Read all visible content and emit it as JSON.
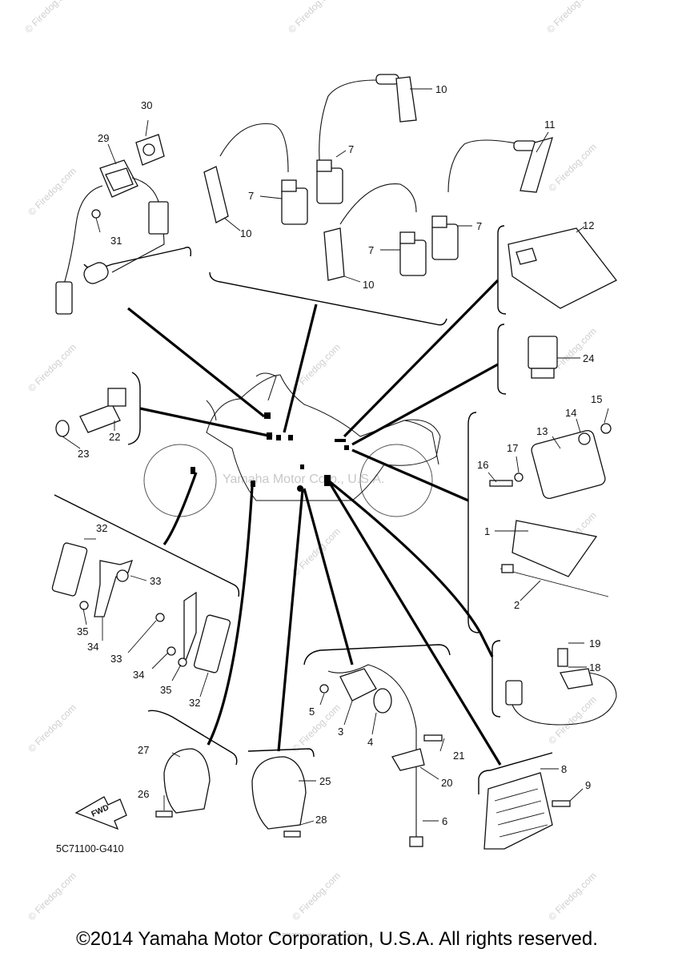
{
  "watermark": {
    "brand": "© Firedog.com",
    "center": "Yamaha Motor Corp., U.S.A.",
    "tiny": "(c) 2005-2016 Yamaha Motor Corporation, U.S.A."
  },
  "diagram_code": "5C71100-G410",
  "fwd_label": "FWD",
  "callouts": {
    "c1": "1",
    "c2": "2",
    "c3": "3",
    "c4": "4",
    "c5": "5",
    "c6": "6",
    "c7a": "7",
    "c7b": "7",
    "c7c": "7",
    "c7d": "7",
    "c8": "8",
    "c9": "9",
    "c10a": "10",
    "c10b": "10",
    "c10c": "10",
    "c11": "11",
    "c12": "12",
    "c13": "13",
    "c14": "14",
    "c15": "15",
    "c16": "16",
    "c17": "17",
    "c18": "18",
    "c19": "19",
    "c20": "20",
    "c21": "21",
    "c22": "22",
    "c23": "23",
    "c24": "24",
    "c25": "25",
    "c26": "26",
    "c27": "27",
    "c28": "28",
    "c29": "29",
    "c30": "30",
    "c31": "31",
    "c32a": "32",
    "c32b": "32",
    "c33a": "33",
    "c33b": "33",
    "c34a": "34",
    "c34b": "34",
    "c35a": "35",
    "c35b": "35"
  },
  "copyright": "©2014 Yamaha Motor Corporation, U.S.A. All rights reserved."
}
